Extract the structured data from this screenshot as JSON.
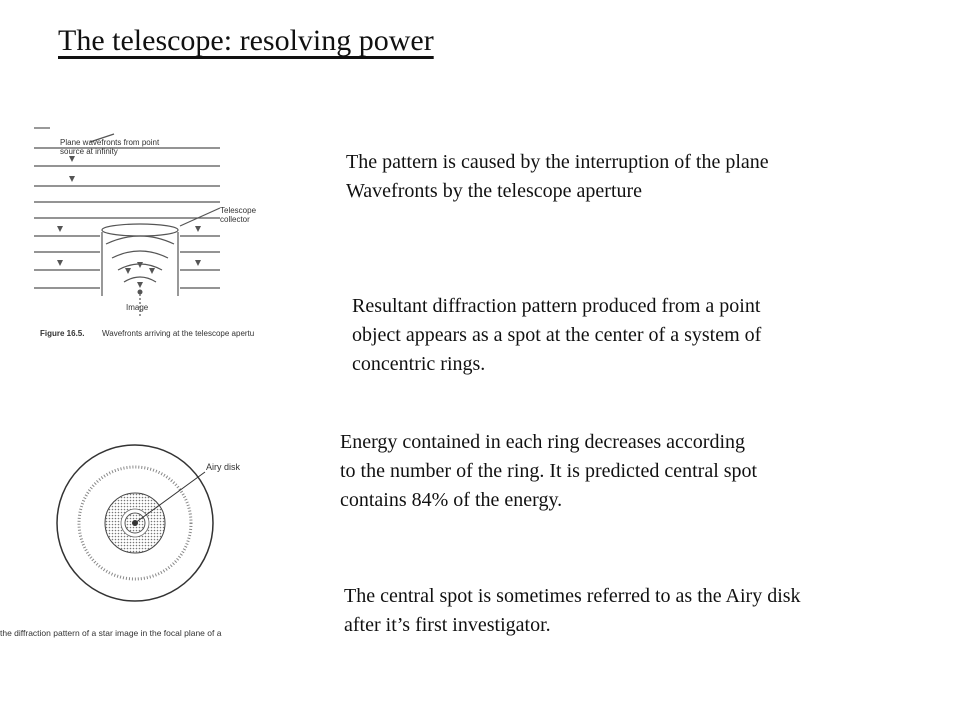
{
  "slide": {
    "title": "The telescope: resolving power"
  },
  "paragraphs": {
    "p1": [
      "The pattern is caused by the interruption of the plane",
      "Wavefronts by the telescope aperture"
    ],
    "p2": [
      "Resultant diffraction pattern produced from a point",
      "object appears as a spot at the center of a system of",
      "concentric rings."
    ],
    "p3": [
      "Energy contained in each ring decreases according",
      "to the number of the ring. It is predicted central spot",
      "contains 84% of the energy."
    ],
    "p4": [
      "The central spot is sometimes referred to as the Airy disk",
      "after it’s first investigator."
    ]
  },
  "figure1": {
    "label_wavefronts_1": "Plane wavefronts from point",
    "label_wavefronts_2": "source at infinity",
    "label_collector_1": "Telescope",
    "label_collector_2": "collector",
    "label_image": "Image",
    "caption_number": "Figure 16.5.",
    "caption_text": "Wavefronts arriving at the telescope apertu"
  },
  "figure2": {
    "label_airy": "Airy disk",
    "caption": "the diffraction pattern of a star image in the focal plane of a"
  }
}
